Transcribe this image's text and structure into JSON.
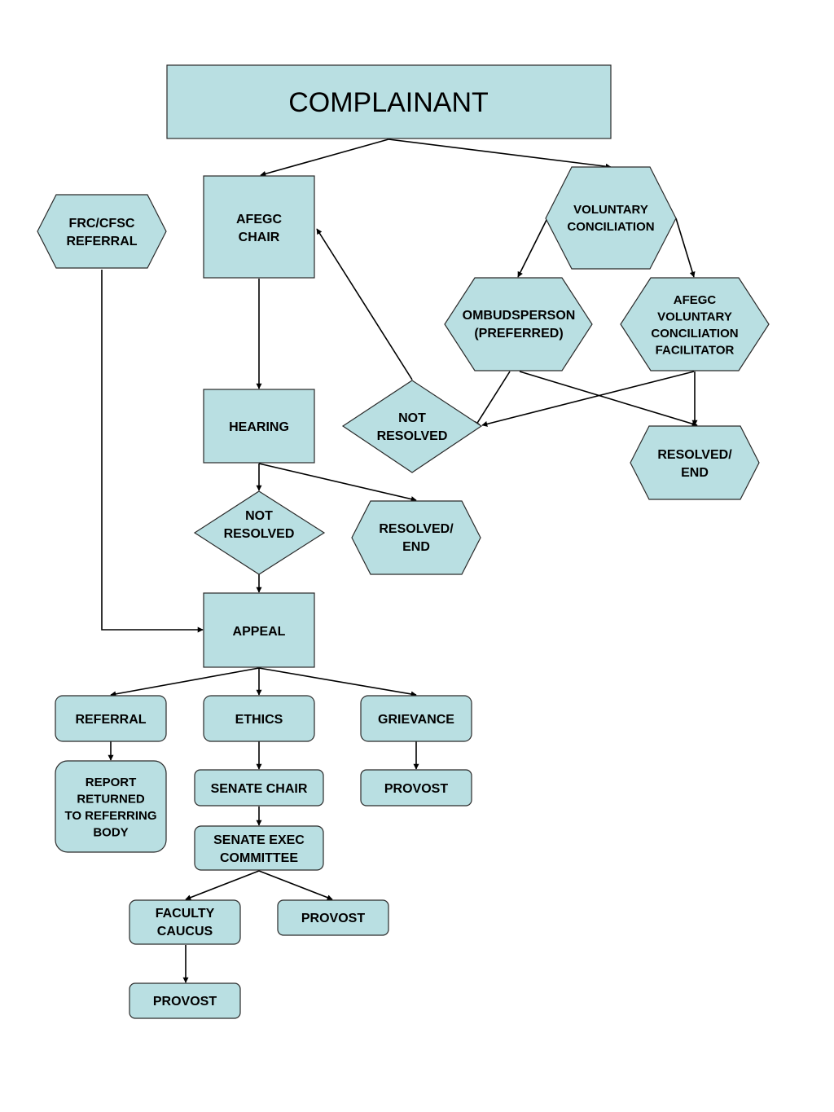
{
  "nodes": {
    "complainant": [
      "COMPLAINANT"
    ],
    "afegc_chair": [
      "AFEGC",
      "CHAIR"
    ],
    "frc_cfsc_referral": [
      "FRC/CFSC",
      "REFERRAL"
    ],
    "voluntary_conciliation": [
      "VOLUNTARY",
      "CONCILIATION"
    ],
    "ombudsperson": [
      "OMBUDSPERSON",
      "(PREFERRED)"
    ],
    "afegc_facilitator": [
      "AFEGC",
      "VOLUNTARY",
      "CONCILIATION",
      "FACILITATOR"
    ],
    "hearing": [
      "HEARING"
    ],
    "not_resolved_conciliation": [
      "NOT",
      "RESOLVED"
    ],
    "resolved_end_conciliation": [
      "RESOLVED/",
      "END"
    ],
    "not_resolved_hearing": [
      "NOT",
      "RESOLVED"
    ],
    "resolved_end_hearing": [
      "RESOLVED/",
      "END"
    ],
    "appeal": [
      "APPEAL"
    ],
    "referral": [
      "REFERRAL"
    ],
    "ethics": [
      "ETHICS"
    ],
    "grievance": [
      "GRIEVANCE"
    ],
    "report_returned": [
      "REPORT",
      "RETURNED",
      "TO REFERRING",
      "BODY"
    ],
    "senate_chair": [
      "SENATE CHAIR"
    ],
    "provost_grievance": [
      "PROVOST"
    ],
    "senate_exec_committee": [
      "SENATE EXEC",
      "COMMITTEE"
    ],
    "faculty_caucus": [
      "FACULTY",
      "CAUCUS"
    ],
    "provost_senate": [
      "PROVOST"
    ],
    "provost_caucus": [
      "PROVOST"
    ]
  }
}
